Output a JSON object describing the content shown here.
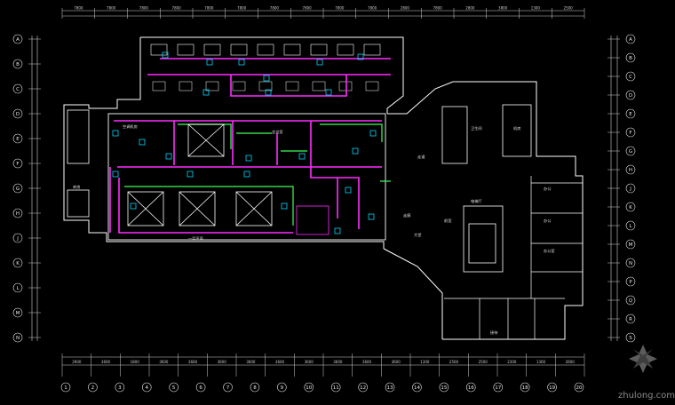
{
  "drawing": {
    "background": "#000000",
    "colors": {
      "wall": "#ffffff",
      "duct_main": "#ff2cff",
      "duct_return": "#3cff5a",
      "diffuser": "#00d6ff",
      "dimension": "#cfcfcf",
      "axis_bubble": "#e8e8e8"
    },
    "top_dimensions": [
      "7800",
      "7800",
      "7800",
      "7800",
      "7800",
      "7800",
      "7800",
      "7800",
      "7800",
      "7800",
      "2800",
      "7800",
      "2800",
      "3800",
      "1300",
      "2500"
    ],
    "bottom_dimensions": [
      "2900",
      "3600",
      "1800",
      "3600",
      "3600",
      "3600",
      "3600",
      "3600",
      "3600",
      "3600",
      "3600",
      "3600",
      "1300",
      "2500",
      "2500",
      "2300",
      "1300",
      "2600"
    ],
    "bottom_axis_labels": [
      "1",
      "2",
      "3",
      "4",
      "5",
      "6",
      "7",
      "8",
      "9",
      "10",
      "11",
      "12",
      "13",
      "14",
      "15",
      "16",
      "17",
      "18",
      "19",
      "20"
    ],
    "left_axis_labels": [
      "A",
      "B",
      "C",
      "D",
      "E",
      "F",
      "G",
      "H",
      "J",
      "K",
      "L",
      "M",
      "N"
    ],
    "right_axis_labels": [
      "A",
      "B",
      "C",
      "D",
      "E",
      "F",
      "G",
      "H",
      "J",
      "K",
      "L",
      "M",
      "N",
      "P",
      "Q",
      "R",
      "S"
    ],
    "room_labels": [
      "一层平面",
      "大堂",
      "办公",
      "办公",
      "卫生间",
      "走道",
      "前室",
      "电梯厅",
      "机房",
      "库房",
      "走廊",
      "会议室",
      "空调机房",
      "办公室",
      "接待"
    ],
    "watermark": "zhulong.com"
  }
}
